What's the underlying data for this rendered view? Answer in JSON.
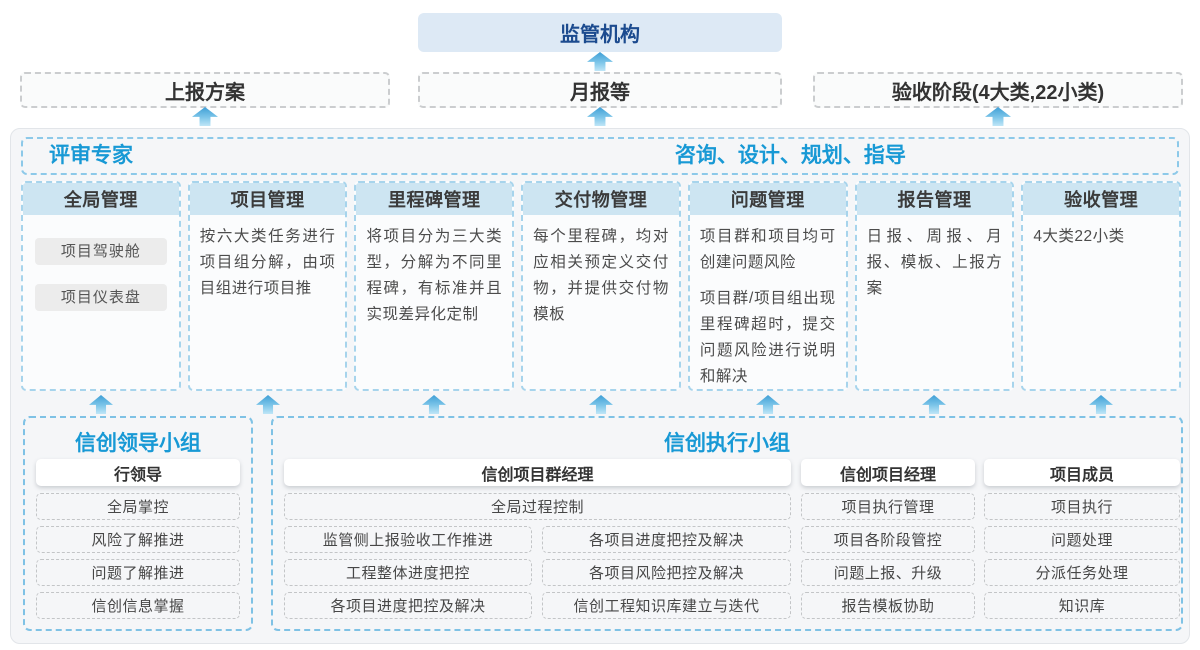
{
  "colors": {
    "accent_blue": "#1899d5",
    "navy_title": "#1c4b8f",
    "regulator_fill": "#dde9f5",
    "column_header_fill": "#cde5f2",
    "arrow_blue": "#3f9fd6",
    "panel_fill": "#f5f6f8"
  },
  "top": {
    "regulator": "监管机构",
    "stages": [
      "上报方案",
      "月报等",
      "验收阶段(4大类,22小类)"
    ]
  },
  "middle": {
    "expert_label": "评审专家",
    "consult_label": "咨询、设计、规划、指导",
    "columns": [
      {
        "title": "全局管理",
        "chips": [
          "项目驾驶舱",
          "项目仪表盘"
        ]
      },
      {
        "title": "项目管理",
        "paragraphs": [
          "按六大类任务进行项目组分解，由项目组进行项目推"
        ]
      },
      {
        "title": "里程碑管理",
        "paragraphs": [
          "将项目分为三大类型，分解为不同里程碑，有标准并且实现差异化定制"
        ]
      },
      {
        "title": "交付物管理",
        "paragraphs": [
          "每个里程碑，均对应相关预定义交付物，并提供交付物模板"
        ]
      },
      {
        "title": "问题管理",
        "paragraphs": [
          "项目群和项目均可创建问题风险",
          "项目群/项目组出现里程碑超时，提交问题风险进行说明和解决"
        ]
      },
      {
        "title": "报告管理",
        "paragraphs": [
          "日报、周报、月报、模板、上报方案"
        ]
      },
      {
        "title": "验收管理",
        "paragraphs": [
          "4大类22小类"
        ]
      }
    ]
  },
  "bottom": {
    "leader_group": {
      "title": "信创领导小组",
      "role": "行领导",
      "items": [
        "全局掌控",
        "风险了解推进",
        "问题了解推进",
        "信创信息掌握"
      ]
    },
    "exec_group": {
      "title": "信创执行小组",
      "program_manager": {
        "role": "信创项目群经理",
        "full_width_item": "全局过程控制",
        "left_items": [
          "监管侧上报验收工作推进",
          "工程整体进度把控",
          "各项目进度把控及解决"
        ],
        "right_items": [
          "各项目进度把控及解决",
          "各项目风险把控及解决",
          "信创工程知识库建立与迭代"
        ]
      },
      "project_manager": {
        "role": "信创项目经理",
        "items": [
          "项目执行管理",
          "项目各阶段管控",
          "问题上报、升级",
          "报告模板协助"
        ]
      },
      "member": {
        "role": "项目成员",
        "items": [
          "项目执行",
          "问题处理",
          "分派任务处理",
          "知识库"
        ]
      }
    }
  }
}
